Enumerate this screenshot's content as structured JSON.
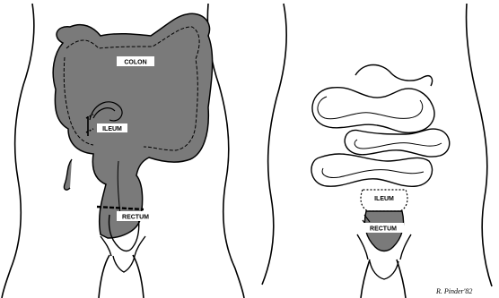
{
  "figure": {
    "left_panel": {
      "labels": {
        "colon": "COLON",
        "ileum": "ILEUM",
        "rectum": "RECTUM"
      }
    },
    "right_panel": {
      "labels": {
        "ileum": "ILEUM",
        "rectum": "RECTUM"
      }
    },
    "signature": "R. Pinder'82",
    "colors": {
      "colon_fill": "#7a7a7a",
      "line": "#000000",
      "background": "#ffffff"
    }
  }
}
